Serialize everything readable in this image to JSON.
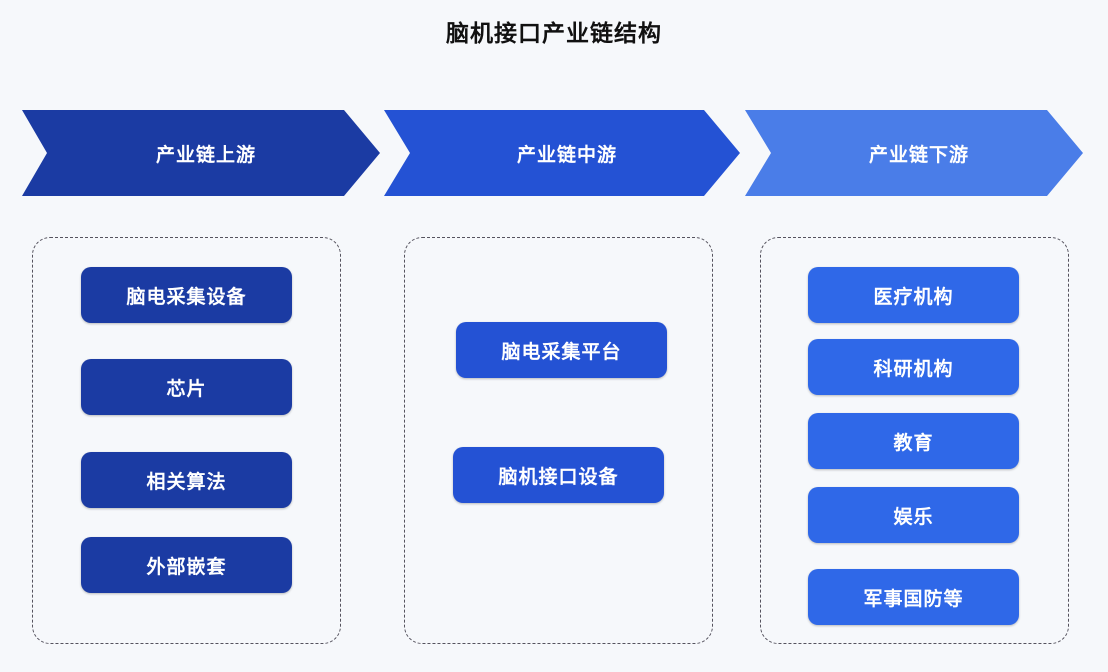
{
  "title": "脑机接口产业链结构",
  "colors": {
    "upstream": "#1b3ba3",
    "midstream": "#2452d4",
    "downstream": "#2f68e8",
    "background": "#f6f8fb",
    "dashed_border": "#55535e"
  },
  "stages": [
    {
      "label": "产业链上游",
      "items": [
        "脑电采集设备",
        "芯片",
        "相关算法",
        "外部嵌套"
      ]
    },
    {
      "label": "产业链中游",
      "items": [
        "脑电采集平台",
        "脑机接口设备"
      ]
    },
    {
      "label": "产业链下游",
      "items": [
        "医疗机构",
        "科研机构",
        "教育",
        "娱乐",
        "军事国防等"
      ]
    }
  ]
}
